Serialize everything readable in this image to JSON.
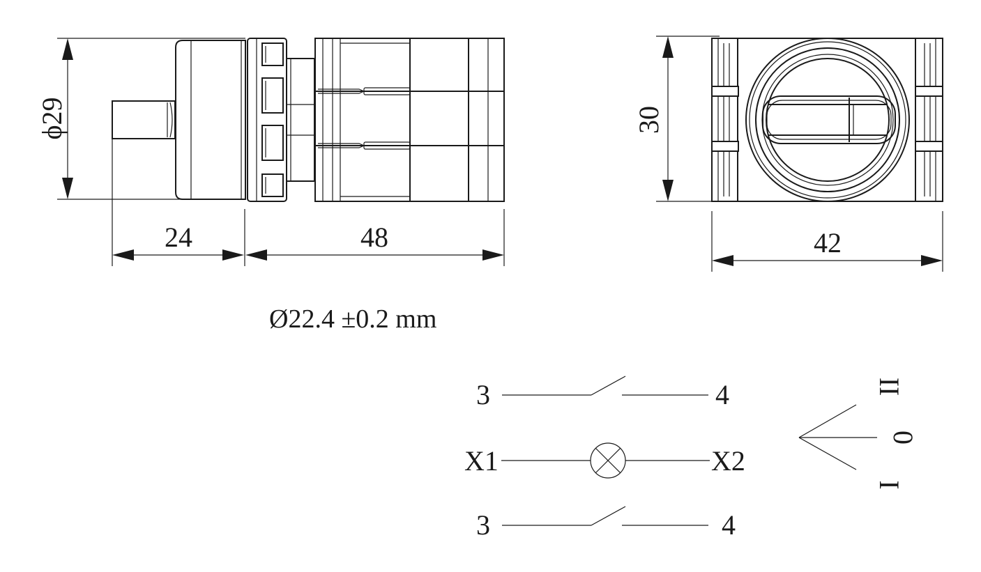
{
  "dimensions": {
    "diameter_label": "ϕ29",
    "shaft_length": "24",
    "body_length": "48",
    "front_height": "30",
    "front_width": "42"
  },
  "mounting_note": "Ø22.4 ±0.2 mm",
  "circuit": {
    "top_contact": {
      "left": "3",
      "right": "4"
    },
    "lamp": {
      "left": "X1",
      "right": "X2"
    },
    "bottom_contact": {
      "left": "3",
      "right": "4"
    }
  },
  "selector_positions": [
    "II",
    "0",
    "I"
  ]
}
